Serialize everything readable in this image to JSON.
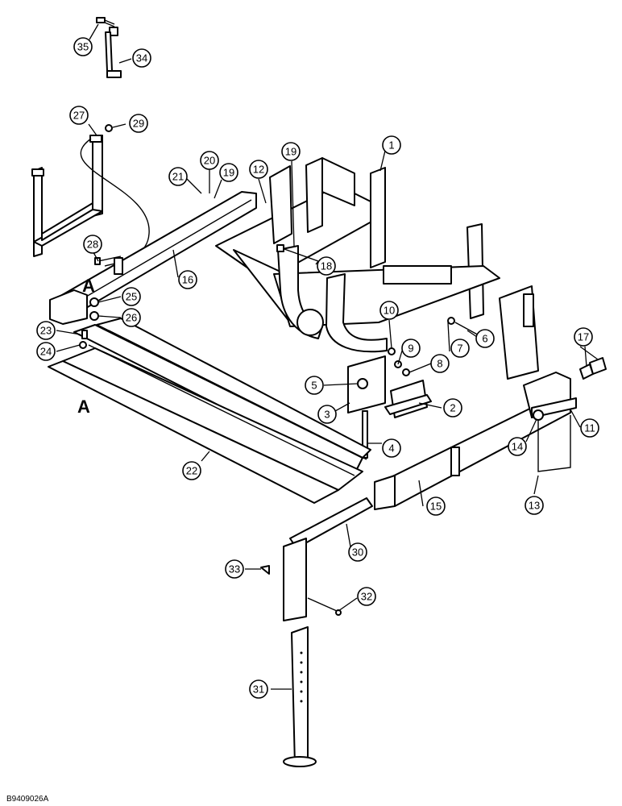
{
  "figure_id": "B9409026A",
  "ref_marks": [
    "A",
    "A"
  ],
  "callouts": [
    {
      "n": "1"
    },
    {
      "n": "2"
    },
    {
      "n": "3"
    },
    {
      "n": "4"
    },
    {
      "n": "5"
    },
    {
      "n": "6"
    },
    {
      "n": "7"
    },
    {
      "n": "8"
    },
    {
      "n": "9"
    },
    {
      "n": "10"
    },
    {
      "n": "11"
    },
    {
      "n": "12"
    },
    {
      "n": "13"
    },
    {
      "n": "14"
    },
    {
      "n": "15"
    },
    {
      "n": "16"
    },
    {
      "n": "17"
    },
    {
      "n": "18"
    },
    {
      "n": "19"
    },
    {
      "n": "19"
    },
    {
      "n": "20"
    },
    {
      "n": "21"
    },
    {
      "n": "22"
    },
    {
      "n": "23"
    },
    {
      "n": "24"
    },
    {
      "n": "25"
    },
    {
      "n": "26"
    },
    {
      "n": "27"
    },
    {
      "n": "28"
    },
    {
      "n": "29"
    },
    {
      "n": "30"
    },
    {
      "n": "31"
    },
    {
      "n": "32"
    },
    {
      "n": "33"
    },
    {
      "n": "34"
    },
    {
      "n": "35"
    }
  ]
}
